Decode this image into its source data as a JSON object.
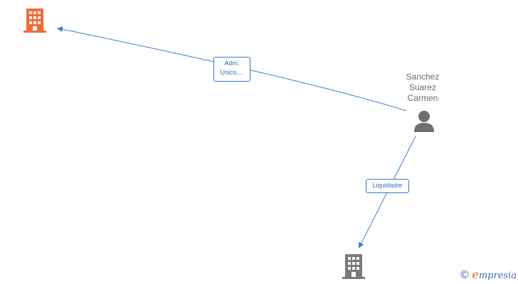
{
  "nodes": {
    "top_company": {
      "label": "",
      "icon": "building-icon",
      "color": "#f26a37"
    },
    "person": {
      "label_lines": [
        "Sanchez",
        "Suarez",
        "Carmen"
      ],
      "icon": "person-icon",
      "color": "#6f6f6f"
    },
    "bottom_company": {
      "label": "",
      "icon": "building-icon",
      "color": "#7a7a7a"
    }
  },
  "edges": {
    "adm": {
      "label_line1": "Adm.",
      "label_line2": "Unico,...",
      "color": "#3a7bd5"
    },
    "liquidador": {
      "label": "Liquidador",
      "color": "#3a7bd5"
    }
  },
  "watermark": {
    "copyright": "©",
    "brand_first": "e",
    "brand_rest": "mpresia"
  }
}
